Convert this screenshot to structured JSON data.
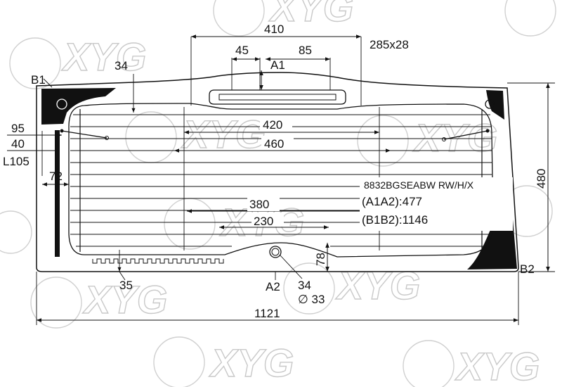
{
  "watermark": {
    "text": "XYG"
  },
  "part": {
    "code": "8832BGSEABW RW/H/X",
    "a1a2": "(A1A2):477",
    "b1b2": "(B1B2):1146"
  },
  "points": {
    "a1": "A1",
    "a2": "A2",
    "b1": "B1",
    "b2": "B2"
  },
  "dimensions": {
    "d410": "410",
    "d45": "45",
    "d85": "85",
    "d285x28": "285x28",
    "d34_top": "34",
    "d95": "95",
    "d40": "40",
    "dL105": "L105",
    "d420": "420",
    "d460": "460",
    "d72": "72",
    "d380": "380",
    "d230": "230",
    "d480": "480",
    "d78": "78",
    "d35": "35",
    "d34_bottom": "34",
    "dphi33": "∅ 33",
    "d1121": "1121"
  }
}
